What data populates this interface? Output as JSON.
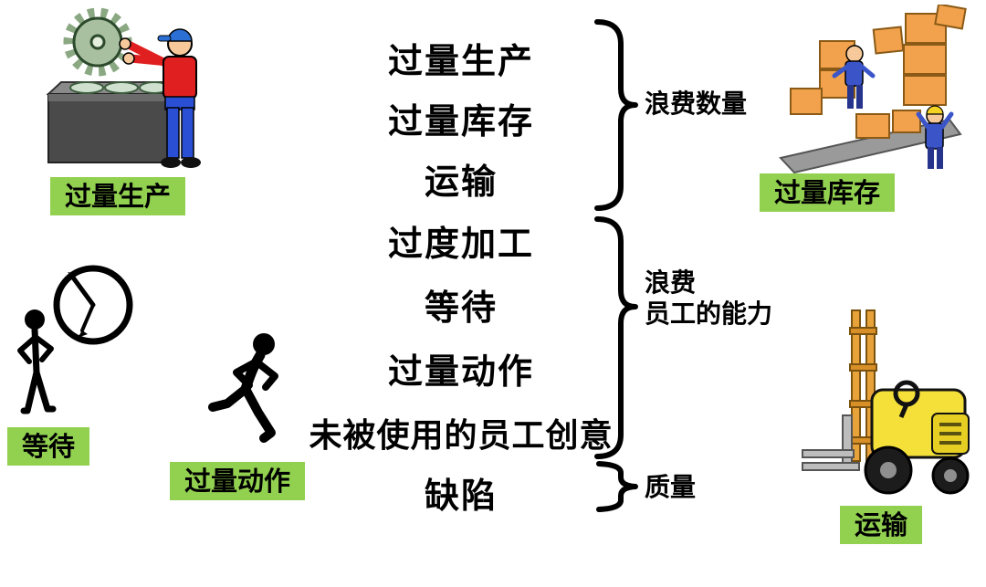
{
  "waste_items": [
    "过量生产",
    "过量库存",
    "运输",
    "过度加工",
    "等待",
    "过量动作",
    "未被使用的员工创意",
    "缺陷"
  ],
  "brace_labels": {
    "quantity": "浪费数量",
    "capability_line1": "浪费",
    "capability_line2": "员工的能力",
    "quality": "质量"
  },
  "image_captions": {
    "overproduction": "过量生产",
    "waiting": "等待",
    "motion": "过量动作",
    "inventory": "过量库存",
    "transport": "运输"
  },
  "colors": {
    "caption_background": "#92D050",
    "text": "#000000",
    "background": "#FFFFFF"
  }
}
